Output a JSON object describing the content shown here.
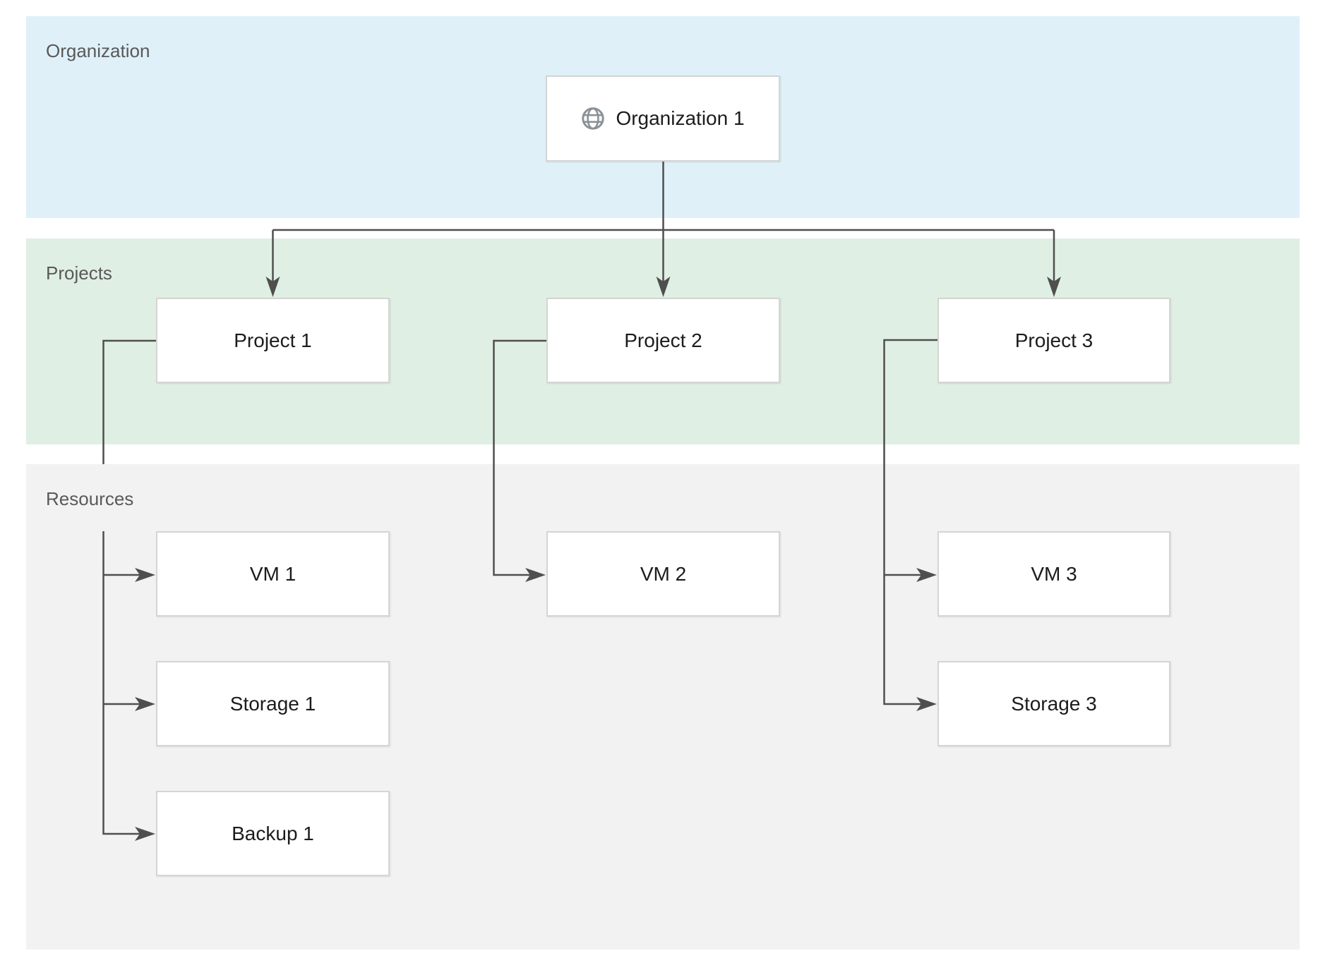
{
  "diagram": {
    "bands": {
      "organization": {
        "label": "Organization"
      },
      "projects": {
        "label": "Projects"
      },
      "resources": {
        "label": "Resources"
      }
    },
    "nodes": {
      "organization1": {
        "label": "Organization 1",
        "icon": "globe-icon"
      },
      "project1": {
        "label": "Project 1"
      },
      "project2": {
        "label": "Project 2"
      },
      "project3": {
        "label": "Project 3"
      },
      "vm1": {
        "label": "VM 1"
      },
      "storage1": {
        "label": "Storage 1"
      },
      "backup1": {
        "label": "Backup 1"
      },
      "vm2": {
        "label": "VM 2"
      },
      "vm3": {
        "label": "VM 3"
      },
      "storage3": {
        "label": "Storage 3"
      }
    },
    "colors": {
      "organization_band": "#dff0f9",
      "projects_band": "#e0efe3",
      "resources_band": "#f2f2f2",
      "connector": "#4f4f4f",
      "node_border": "#d5d5d5",
      "node_fill": "#ffffff",
      "node_text": "#1c1c1c",
      "band_label_text": "#595959",
      "globe_icon": "#8b9198"
    }
  }
}
